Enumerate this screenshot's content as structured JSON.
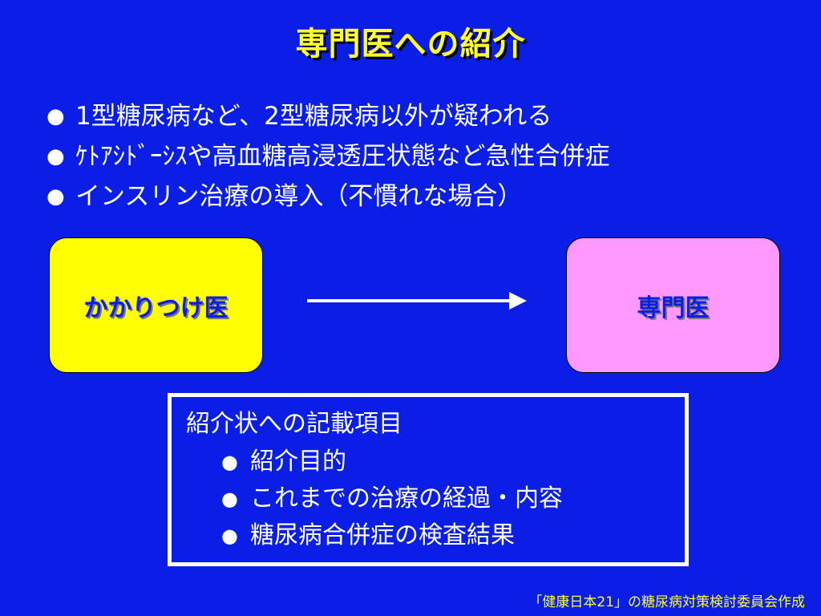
{
  "title": "専門医への紹介",
  "bullets": [
    "1型糖尿病など、2型糖尿病以外が疑われる",
    "ｹﾄｱｼﾄﾞｰｼｽや高血糖高浸透圧状態など急性合併症",
    "インスリン治療の導入（不慣れな場合）"
  ],
  "flow": {
    "from_label": "かかりつけ医",
    "to_label": "専門医"
  },
  "referral_box": {
    "heading": "紹介状への記載項目",
    "items": [
      "紹介目的",
      "これまでの治療の経過・内容",
      "糖尿病合併症の検査結果"
    ]
  },
  "footer": "「健康日本21」の糖尿病対策検討委員会作成",
  "colors": {
    "background": "#0a1ee6",
    "title": "#ffff33",
    "left_box": "#ffff00",
    "right_box": "#ff99ff"
  }
}
